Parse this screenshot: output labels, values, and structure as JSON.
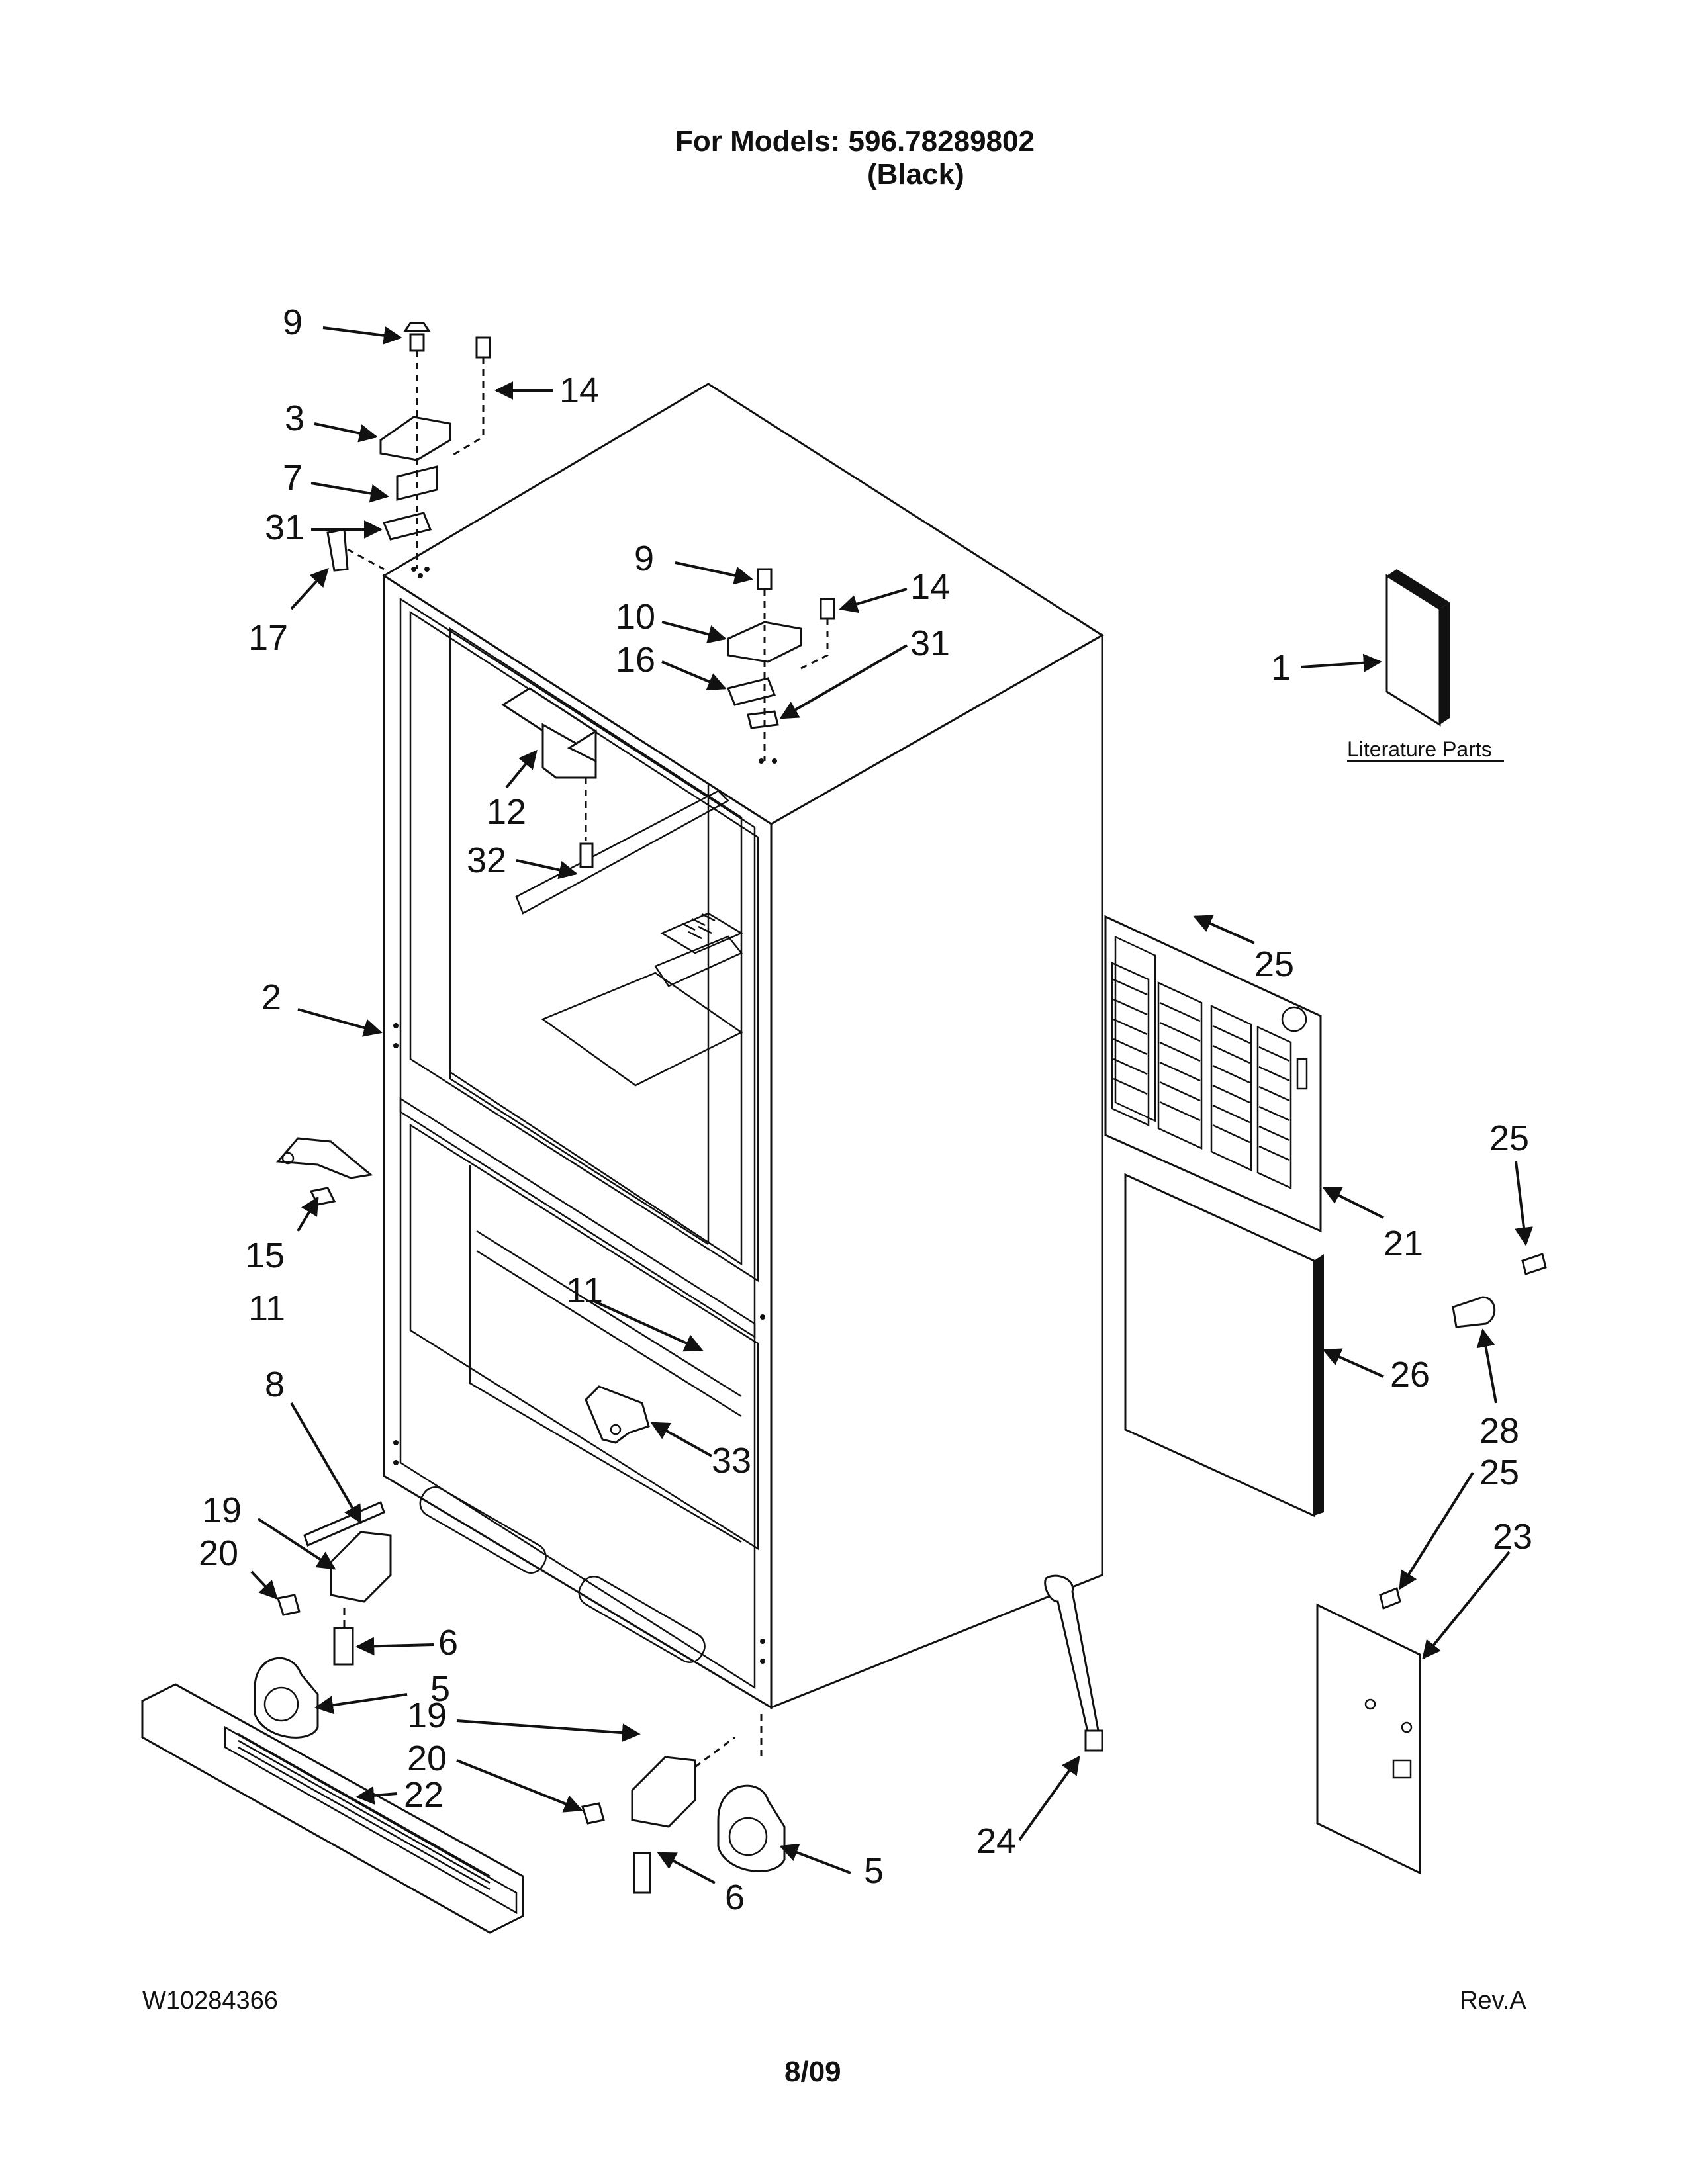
{
  "header": {
    "models_line": "For Models: 596.78289802",
    "color_line": "(Black)"
  },
  "footer": {
    "doc_number": "W10284366",
    "date": "8/09",
    "revision": "Rev.A"
  },
  "literature_label": "Literature Parts",
  "callouts": [
    {
      "id": "c9a",
      "text": "9"
    },
    {
      "id": "c14a",
      "text": "14"
    },
    {
      "id": "c3",
      "text": "3"
    },
    {
      "id": "c7",
      "text": "7"
    },
    {
      "id": "c31a",
      "text": "31"
    },
    {
      "id": "c17",
      "text": "17"
    },
    {
      "id": "c9b",
      "text": "9"
    },
    {
      "id": "c14b",
      "text": "14"
    },
    {
      "id": "c10",
      "text": "10"
    },
    {
      "id": "c16",
      "text": "16"
    },
    {
      "id": "c31b",
      "text": "31"
    },
    {
      "id": "c1",
      "text": "1"
    },
    {
      "id": "c12",
      "text": "12"
    },
    {
      "id": "c32",
      "text": "32"
    },
    {
      "id": "c25a",
      "text": "25"
    },
    {
      "id": "c2",
      "text": "2"
    },
    {
      "id": "c21",
      "text": "21"
    },
    {
      "id": "c25b",
      "text": "25"
    },
    {
      "id": "c15",
      "text": "15"
    },
    {
      "id": "c11a",
      "text": "11"
    },
    {
      "id": "c11b",
      "text": "11"
    },
    {
      "id": "c26",
      "text": "26"
    },
    {
      "id": "c28",
      "text": "28"
    },
    {
      "id": "c8",
      "text": "8"
    },
    {
      "id": "c33",
      "text": "33"
    },
    {
      "id": "c25c",
      "text": "25"
    },
    {
      "id": "c19a",
      "text": "19"
    },
    {
      "id": "c20a",
      "text": "20"
    },
    {
      "id": "c23",
      "text": "23"
    },
    {
      "id": "c6a",
      "text": "6"
    },
    {
      "id": "c5a",
      "text": "5"
    },
    {
      "id": "c19b",
      "text": "19"
    },
    {
      "id": "c20b",
      "text": "20"
    },
    {
      "id": "c22",
      "text": "22"
    },
    {
      "id": "c24",
      "text": "24"
    },
    {
      "id": "c5b",
      "text": "5"
    },
    {
      "id": "c6b",
      "text": "6"
    }
  ]
}
